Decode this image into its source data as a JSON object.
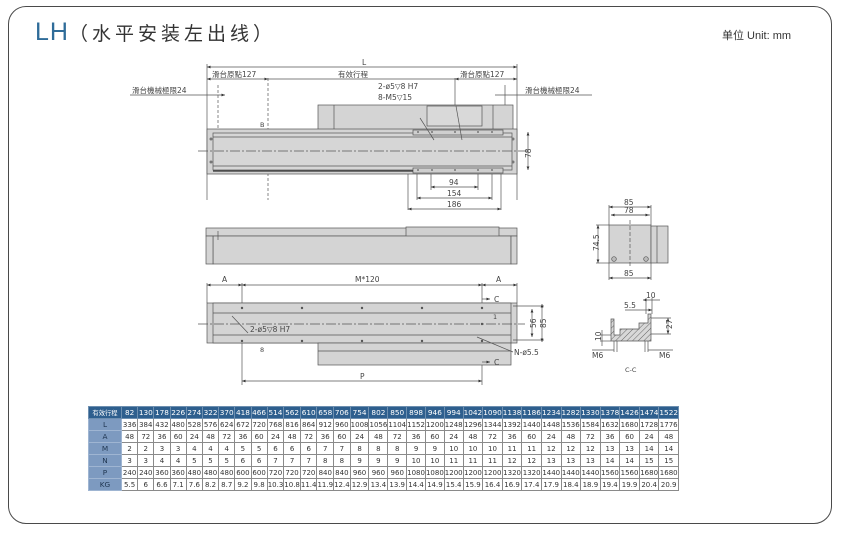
{
  "header": {
    "model": "LH",
    "subtitle": "（水平安装左出线）",
    "unit": "单位 Unit: mm"
  },
  "drawing": {
    "top_view": {
      "overall_length": "L",
      "origin_left": "滑台原點127",
      "effective_stroke": "有效行程",
      "origin_right": "滑台原點127",
      "mech_limit_left": "滑台機械極限24",
      "mech_limit_right": "滑台機械極限24",
      "pin_holes": "2-ø5▽8 H7",
      "tapped_holes": "8-M5▽15",
      "section_mark": "B",
      "height_dim": "78",
      "dim_94": "94",
      "dim_154": "154",
      "dim_186": "186"
    },
    "end_view": {
      "width_top": "85",
      "width_inner": "78",
      "height": "74.5",
      "width_bottom": "85"
    },
    "bottom_view": {
      "a_left": "A",
      "pitch": "M*120",
      "a_right": "A",
      "c_top": "C",
      "c_bottom": "C",
      "pin_holes": "2-ø5▽8 H7",
      "mount_holes": "N-ø5.5",
      "p_dim": "P",
      "dim_56": "56",
      "dim_85": "85",
      "dim_1": "1",
      "dim_8": "8"
    },
    "section_view": {
      "dim_10_top": "10",
      "dim_5_5": "5.5",
      "dim_27": "27",
      "dim_10_left": "10",
      "m6_left": "M6",
      "m6_right": "M6",
      "label": "C-C"
    }
  },
  "table": {
    "header_label": "有效行程",
    "strokes": [
      "82",
      "130",
      "178",
      "226",
      "274",
      "322",
      "370",
      "418",
      "466",
      "514",
      "562",
      "610",
      "658",
      "706",
      "754",
      "802",
      "850",
      "898",
      "946",
      "994",
      "1042",
      "1090",
      "1138",
      "1186",
      "1234",
      "1282",
      "1330",
      "1378",
      "1426",
      "1474",
      "1522"
    ],
    "rows": [
      {
        "label": "L",
        "values": [
          "336",
          "384",
          "432",
          "480",
          "528",
          "576",
          "624",
          "672",
          "720",
          "768",
          "816",
          "864",
          "912",
          "960",
          "1008",
          "1056",
          "1104",
          "1152",
          "1200",
          "1248",
          "1296",
          "1344",
          "1392",
          "1440",
          "1448",
          "1536",
          "1584",
          "1632",
          "1680",
          "1728",
          "1776"
        ]
      },
      {
        "label": "A",
        "values": [
          "48",
          "72",
          "36",
          "60",
          "24",
          "48",
          "72",
          "36",
          "60",
          "24",
          "48",
          "72",
          "36",
          "60",
          "24",
          "48",
          "72",
          "36",
          "60",
          "24",
          "48",
          "72",
          "36",
          "60",
          "24",
          "48",
          "72",
          "36",
          "60",
          "24",
          "48"
        ]
      },
      {
        "label": "M",
        "values": [
          "2",
          "2",
          "3",
          "3",
          "4",
          "4",
          "4",
          "5",
          "5",
          "6",
          "6",
          "6",
          "7",
          "7",
          "8",
          "8",
          "8",
          "9",
          "9",
          "10",
          "10",
          "10",
          "11",
          "11",
          "12",
          "12",
          "12",
          "13",
          "13",
          "14",
          "14"
        ]
      },
      {
        "label": "N",
        "values": [
          "3",
          "3",
          "4",
          "4",
          "5",
          "5",
          "5",
          "6",
          "6",
          "7",
          "7",
          "7",
          "8",
          "8",
          "9",
          "9",
          "9",
          "10",
          "10",
          "11",
          "11",
          "11",
          "12",
          "12",
          "13",
          "13",
          "13",
          "14",
          "14",
          "15",
          "15"
        ]
      },
      {
        "label": "P",
        "values": [
          "240",
          "240",
          "360",
          "360",
          "480",
          "480",
          "480",
          "600",
          "600",
          "720",
          "720",
          "720",
          "840",
          "840",
          "960",
          "960",
          "960",
          "1080",
          "1080",
          "1200",
          "1200",
          "1200",
          "1320",
          "1320",
          "1440",
          "1440",
          "1440",
          "1560",
          "1560",
          "1680",
          "1680"
        ]
      },
      {
        "label": "KG",
        "values": [
          "5.5",
          "6",
          "6.6",
          "7.1",
          "7.6",
          "8.2",
          "8.7",
          "9.2",
          "9.8",
          "10.3",
          "10.8",
          "11.4",
          "11.9",
          "12.4",
          "12.9",
          "13.4",
          "13.9",
          "14.4",
          "14.9",
          "15.4",
          "15.9",
          "16.4",
          "16.9",
          "17.4",
          "17.9",
          "18.4",
          "18.9",
          "19.4",
          "19.9",
          "20.4",
          "20.9"
        ]
      }
    ]
  },
  "colors": {
    "title_blue": "#2f6c99",
    "table_header": "#2e5f8e",
    "row_label": "#7d9ac0",
    "part_fill": "#d4d4d4"
  }
}
